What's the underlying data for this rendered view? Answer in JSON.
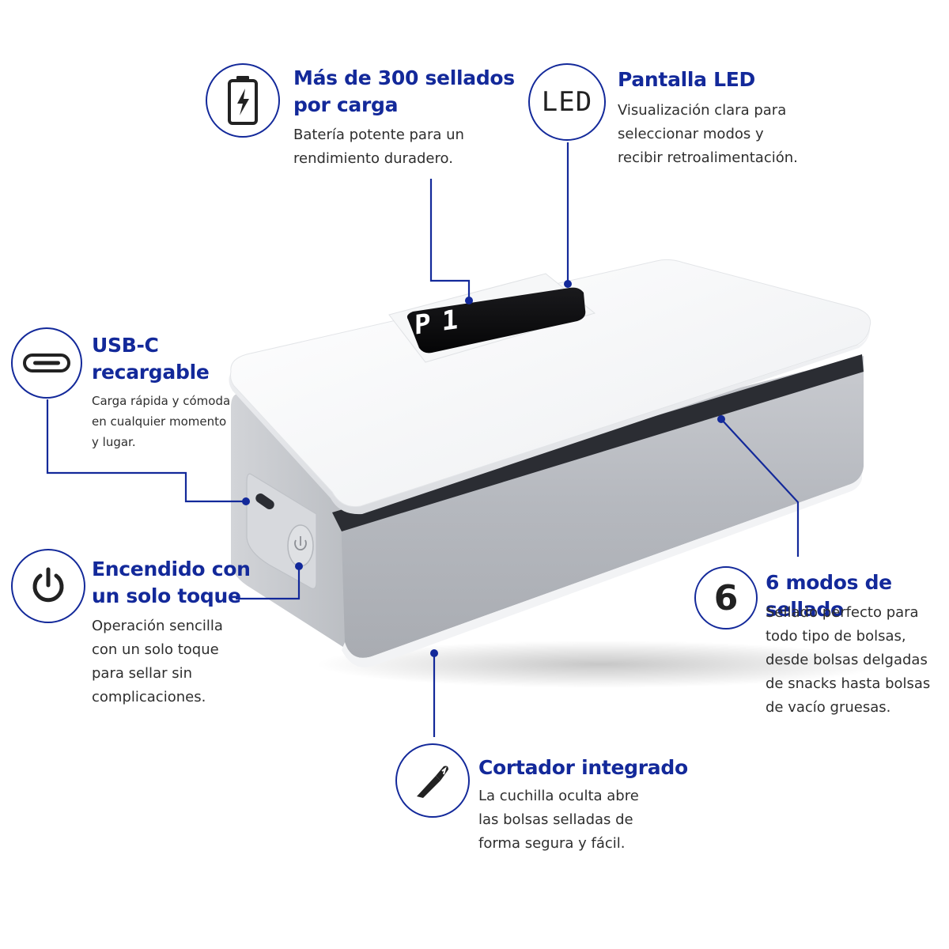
{
  "features": {
    "battery": {
      "title": "Más de 300 sellados\npor carga",
      "desc": "Batería potente para un\nrendimiento duradero.",
      "icon": "battery-charging-icon"
    },
    "led": {
      "title": "Pantalla LED",
      "desc": "Visualización clara para\nseleccionar modos y\nrecibir retroalimentación.",
      "icon_text": "LED"
    },
    "usbc": {
      "title": "USB-C\nrecargable",
      "desc": "Carga rápida y cómoda\nen cualquier momento\ny lugar.",
      "icon": "usb-c-port-icon"
    },
    "power": {
      "title": "Encendido con\nun solo toque",
      "desc": "Operación sencilla\ncon un solo toque\npara sellar sin\ncomplicaciones.",
      "icon": "power-icon"
    },
    "modes": {
      "title": "6 modos de sellado",
      "desc": "Sellado perfecto para\ntodo tipo de bolsas,\ndesde bolsas delgadas\nde snacks hasta bolsas\nde vacío gruesas.",
      "icon_text": "6"
    },
    "cutter": {
      "title": "Cortador integrado",
      "desc": "La cuchilla oculta abre\nlas bolsas selladas de\nforma segura y fácil.",
      "icon": "cutter-blade-icon"
    }
  },
  "device": {
    "display_text": "P1"
  },
  "colors": {
    "accent": "#13299a",
    "text": "#2e2e2e"
  }
}
